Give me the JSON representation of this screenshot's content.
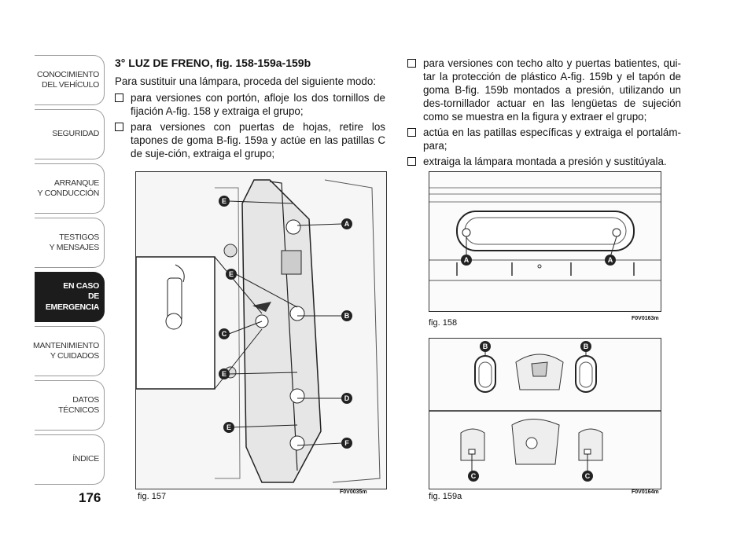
{
  "sidebar": {
    "tabs": [
      {
        "label": "CONOCIMIENTO\nDEL VEHÍCULO"
      },
      {
        "label": "SEGURIDAD"
      },
      {
        "label": "ARRANQUE\nY CONDUCCIÓN"
      },
      {
        "label": "TESTIGOS\nY MENSAJES"
      },
      {
        "label": "EN CASO\nDE EMERGENCIA"
      },
      {
        "label": "MANTENIMIENTO\nY CUIDADOS"
      },
      {
        "label": "DATOS TÉCNICOS"
      },
      {
        "label": "ÍNDICE"
      }
    ]
  },
  "page_number": "176",
  "left_column": {
    "heading": "3° LUZ DE FRENO, fig. 158-159a-159b",
    "intro": "Para sustituir una lámpara, proceda del siguiente modo:",
    "bullets": [
      "para versiones con portón, afloje los dos tornillos de fijación A-fig. 158 y extraiga el grupo;",
      "para versiones con puertas de hojas, retire los tapones de goma B-fig. 159a y actúe en las patillas C de suje-ción, extraiga el grupo;"
    ]
  },
  "right_column": {
    "bullets": [
      "para versiones con techo alto y puertas batientes, qui-tar la protección de plástico A-fig. 159b y el tapón de goma B-fig. 159b montados a presión, utilizando un des-tornillador actuar en las lengüetas de sujeción como se muestra en la figura y extraer el grupo;",
      "actúa en las patillas específicas y extraiga el portalám-para;",
      "extraiga la lámpara montada a presión y sustitúyala."
    ]
  },
  "figures": {
    "fig157": {
      "caption": "fig. 157",
      "code": "F0V0035m",
      "labels": [
        "E",
        "A",
        "E",
        "B",
        "C",
        "E",
        "D",
        "E",
        "F"
      ]
    },
    "fig158": {
      "caption": "fig. 158",
      "code": "F0V0163m",
      "labels": [
        "A",
        "A"
      ]
    },
    "fig159a": {
      "caption": "fig. 159a",
      "code": "F0V0164m",
      "labels": [
        "B",
        "B",
        "C",
        "C"
      ]
    }
  }
}
